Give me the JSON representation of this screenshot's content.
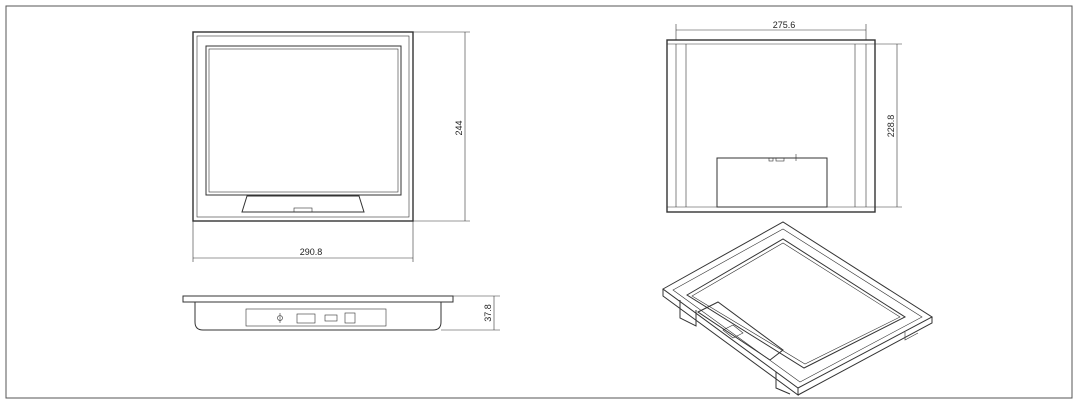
{
  "drawing": {
    "front_view": {
      "width_label": "290.8",
      "height_label": "244"
    },
    "rear_view": {
      "width_label": "275.6",
      "height_label": "228.8"
    },
    "bottom_view": {
      "depth_label": "37.8"
    }
  },
  "colors": {
    "line": "#333333",
    "frame": "#555555",
    "panel_fill": "#f4f4f4"
  }
}
